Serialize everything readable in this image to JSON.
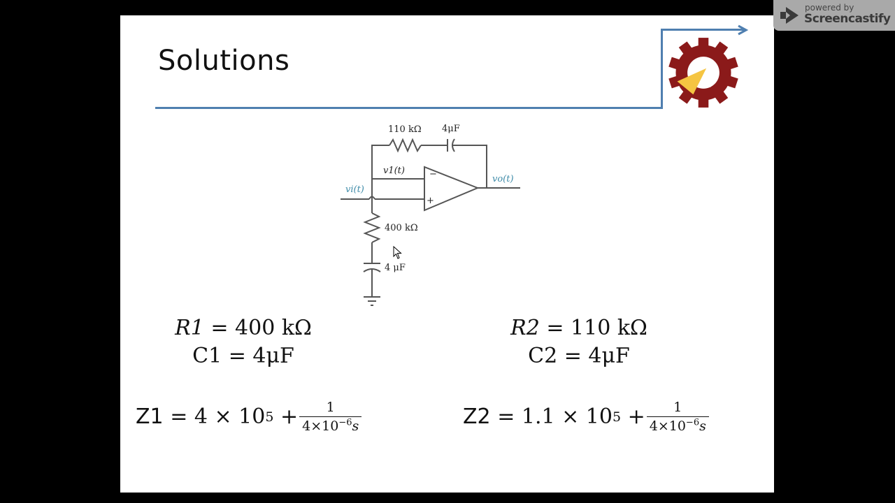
{
  "slide": {
    "title": "Solutions",
    "accent_color": "#4f7fb0",
    "logo": {
      "name": "gear-arrow-logo",
      "gear_color": "#8b1a1a",
      "arrow_color": "#f5c542"
    }
  },
  "circuit": {
    "feedback_resistor": "110 kΩ",
    "feedback_capacitor": "4μF",
    "inverting_node": "v1(t)",
    "input_label": "vi(t)",
    "output_label": "vo(t)",
    "ground_resistor": "400 kΩ",
    "ground_capacitor": "4 μF",
    "minus_sign": "−",
    "plus_sign": "+"
  },
  "equations": {
    "left": {
      "r_label": "R1",
      "r_value": "= 400 kΩ",
      "c_label": "C1",
      "c_value": "= 4μF",
      "z_label": "Z1",
      "z_expr": "= 4 × 10",
      "z_exp": "5",
      "plus": "+",
      "frac_num": "1",
      "frac_den": "4×10",
      "frac_den_exp": "−6",
      "frac_den_var": "s"
    },
    "right": {
      "r_label": "R2",
      "r_value": "= 110 kΩ",
      "c_label": "C2",
      "c_value": "= 4μF",
      "z_label": "Z2",
      "z_expr": "= 1.1 × 10",
      "z_exp": "5",
      "plus": "+",
      "frac_num": "1",
      "frac_den": "4×10",
      "frac_den_exp": "−6",
      "frac_den_var": "s"
    }
  },
  "overlay": {
    "powered_by": "powered by",
    "brand": "Screencastify"
  }
}
